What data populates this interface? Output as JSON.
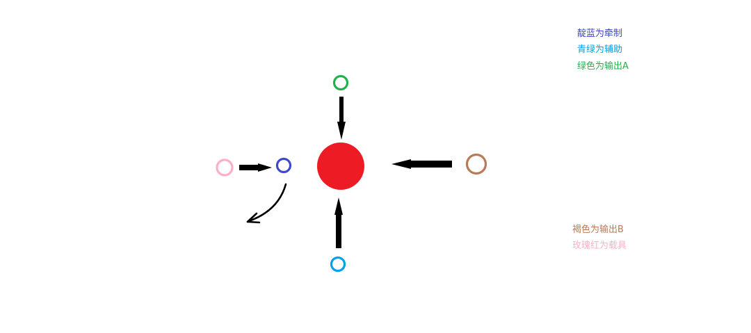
{
  "legend_top": [
    {
      "text": "靛蓝为牵制",
      "color": "#3f48cc"
    },
    {
      "text": "青绿为辅助",
      "color": "#00a2e8"
    },
    {
      "text": "绿色为输出A",
      "color": "#22b14c"
    }
  ],
  "legend_bottom": [
    {
      "text": "褐色为输出B",
      "color": "#b97a57"
    },
    {
      "text": "玫瑰红为载具",
      "color": "#ffaec9"
    }
  ],
  "colors": {
    "center": "#ed1c24",
    "arrow": "#000000",
    "indigo": "#3f48cc",
    "teal": "#00a2e8",
    "green": "#22b14c",
    "brown": "#b97a57",
    "rose": "#ffaec9"
  }
}
